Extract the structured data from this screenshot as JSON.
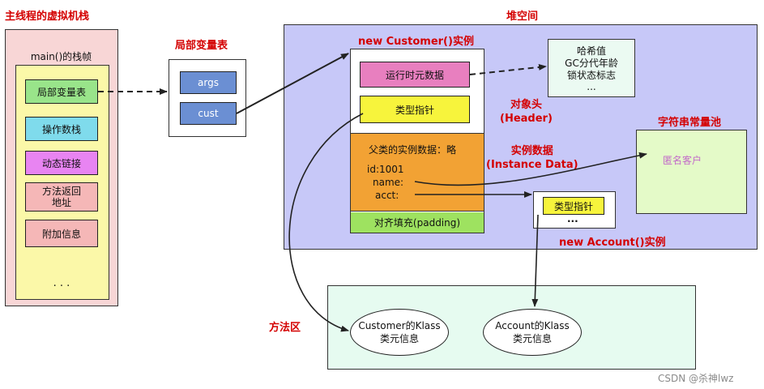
{
  "titles": {
    "thread_stack": "主线程的虚拟机栈",
    "local_var_table": "局部变量表",
    "heap": "堆空间",
    "method_area": "方法区",
    "string_pool": "字符串常量池",
    "customer_instance": "new Customer()实例",
    "account_instance": "new Account()实例",
    "header": "对象头\n(Header)",
    "instance_data": "实例数据\n(Instance Data)"
  },
  "stack": {
    "frame_label": "main()的栈帧",
    "items": [
      "局部变量表",
      "操作数栈",
      "动态链接",
      "方法返回\n地址",
      "附加信息"
    ],
    "ellipsis": "· · ·"
  },
  "locals": [
    "args",
    "cust"
  ],
  "customer": {
    "runtime_data": "运行时元数据",
    "type_pointer": "类型指针",
    "parent_data": "父类的实例数据：略",
    "fields": [
      "id:1001",
      "name:",
      "acct:"
    ],
    "padding": "对齐填充(padding)"
  },
  "header_info": [
    "哈希值",
    "GC分代年龄",
    "锁状态标志",
    "..."
  ],
  "string_pool_item": "匿名客户",
  "account": {
    "type_pointer": "类型指针",
    "ellipsis": "···"
  },
  "klass": {
    "customer": "Customer的Klass\n类元信息",
    "account": "Account的Klass\n类元信息"
  },
  "watermark": "CSDN @杀神lwz",
  "colors": {
    "stack_bg": "#f8d6d6",
    "frame_bg": "#fbf8a8",
    "heap_bg": "#c7c8f8",
    "method_area_bg": "#e6fbf0",
    "string_pool_bg": "#e4fac8",
    "title_red": "#d40000"
  }
}
